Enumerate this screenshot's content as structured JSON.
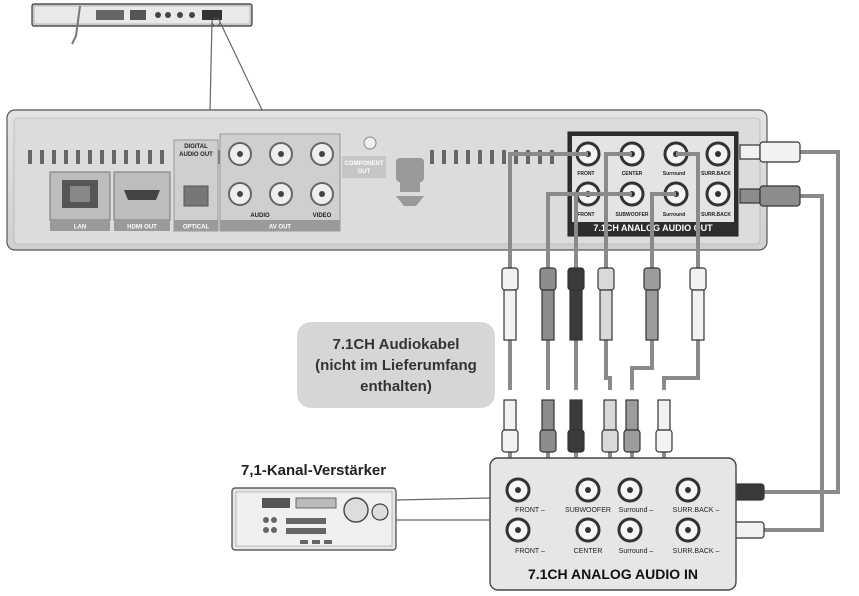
{
  "bubble": {
    "line1": "7.1CH Audiokabel",
    "line2": "(nicht im Lieferumfang",
    "line3": "enthalten)"
  },
  "amplifier": {
    "title": "7,1-Kanal-Verstärker"
  },
  "player": {
    "ports": {
      "lan": "LAN",
      "hdmi": "HDMI OUT",
      "digital_audio_out": [
        "DIGITAL",
        "AUDIO OUT"
      ],
      "optical": "OPTICAL",
      "av_out": "AV OUT",
      "audio": "AUDIO",
      "video": "VIDEO",
      "component_out": [
        "COMPONENT",
        "OUT"
      ]
    },
    "analog_out": {
      "title": "7.1CH ANALOG AUDIO OUT",
      "top_row": [
        "FRONT",
        "CENTER",
        "Surround",
        "SURR.BACK"
      ],
      "bottom_row": [
        "FRONT",
        "SUBWOOFER",
        "Surround",
        "SURR.BACK"
      ]
    }
  },
  "receiver_panel": {
    "title": "7.1CH ANALOG AUDIO IN",
    "top_row": [
      "FRONT –",
      "SUBWOOFER",
      "Surround –",
      "SURR.BACK –"
    ],
    "bottom_row": [
      "FRONT –",
      "CENTER",
      "Surround –",
      "SURR.BACK –"
    ]
  },
  "colors": {
    "red_connector": "#8c8c8c",
    "white_connector": "#f2f2f2",
    "black_connector": "#3a3a3a",
    "cable": "#8a8a8a",
    "panel": "#e6e6e6"
  }
}
